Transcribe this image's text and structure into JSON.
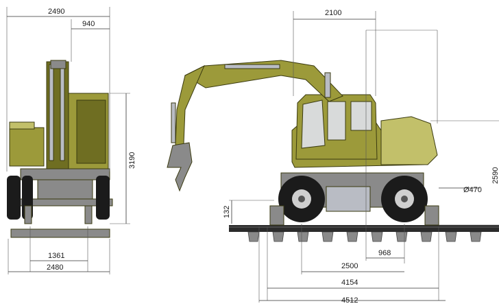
{
  "colors": {
    "body": "#9c9a3a",
    "body_dark": "#6f6e22",
    "body_light": "#c2c06a",
    "tire": "#1b1b1b",
    "rim": "#cfcfcf",
    "steel": "#8a8a8a",
    "cylinder": "#b9bcc4",
    "rail": "#2b2b2b",
    "window": "#d8dada"
  },
  "dimensions": {
    "front_width_top": "2490",
    "front_offset": "940",
    "front_height": "3190",
    "front_track": "1361",
    "front_width_bottom": "2480",
    "side_cab_width": "2100",
    "side_height": "2590",
    "wheel_diameter": "Ø470",
    "rail_clearance": "132",
    "rear_offset": "968",
    "wheelbase": "2500",
    "length_body": "4154",
    "length_total": "4512"
  }
}
